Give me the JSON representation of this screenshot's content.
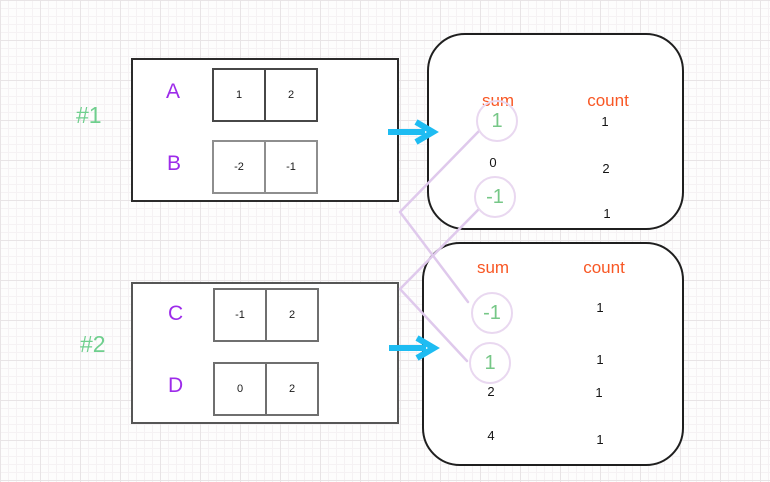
{
  "groups": [
    {
      "label": "#1",
      "arrays": [
        {
          "name": "A",
          "cells": [
            "1",
            "2"
          ]
        },
        {
          "name": "B",
          "cells": [
            "-2",
            "-1"
          ]
        }
      ],
      "table": {
        "sum_header": "sum",
        "count_header": "count",
        "rows": [
          {
            "sum": "1",
            "count": "1",
            "circled": true
          },
          {
            "sum": "0",
            "count": "2",
            "circled": false
          },
          {
            "sum": "-1",
            "count": "1",
            "circled": true
          }
        ]
      }
    },
    {
      "label": "#2",
      "arrays": [
        {
          "name": "C",
          "cells": [
            "-1",
            "2"
          ]
        },
        {
          "name": "D",
          "cells": [
            "0",
            "2"
          ]
        }
      ],
      "table": {
        "sum_header": "sum",
        "count_header": "count",
        "rows": [
          {
            "sum": "-1",
            "count": "1",
            "circled": true
          },
          {
            "sum": "1",
            "count": "1",
            "circled": true
          },
          {
            "sum": "2",
            "count": "1",
            "circled": false
          },
          {
            "sum": "4",
            "count": "1",
            "circled": false
          }
        ]
      }
    }
  ],
  "connections": [
    {
      "from": "group1-sum-1",
      "to": "group2-sum--1"
    },
    {
      "from": "group1-sum--1",
      "to": "group2-sum-1"
    }
  ],
  "colors": {
    "group_label": "#6fcf8e",
    "array_name": "#9d2bea",
    "table_header": "#f85724",
    "circled_value": "#76c787",
    "circle_border": "#e9d8f0",
    "connector_line": "#dfc9ec",
    "arrow": "#1ebcf2"
  }
}
